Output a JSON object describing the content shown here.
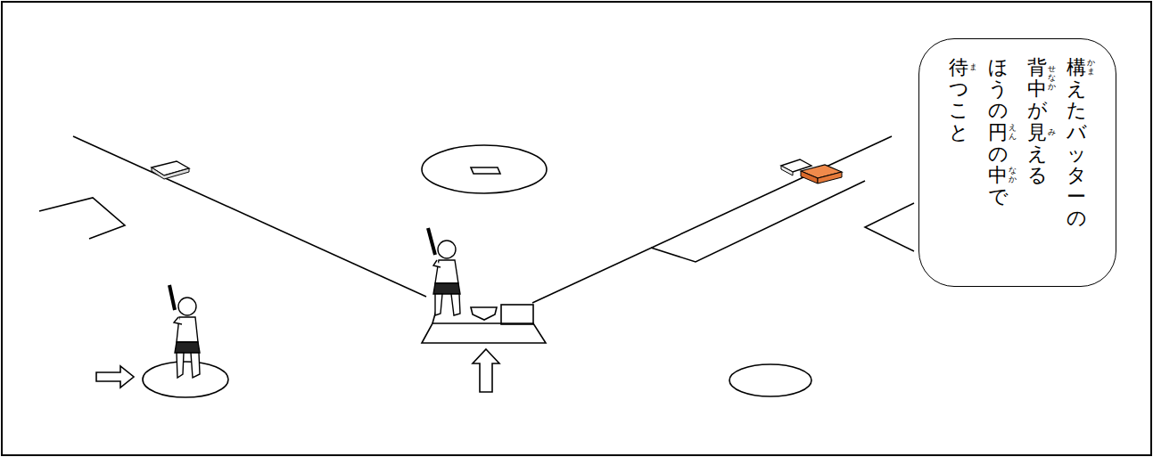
{
  "diagram": {
    "nodes": [
      {
        "text": [
          "構えたバッターの 背中が見える ほうの円の中で 待つこと"
        ]
      }
    ],
    "labels": [
      "かま",
      "せなか",
      "み",
      "えん",
      "なか",
      "ま"
    ]
  }
}
